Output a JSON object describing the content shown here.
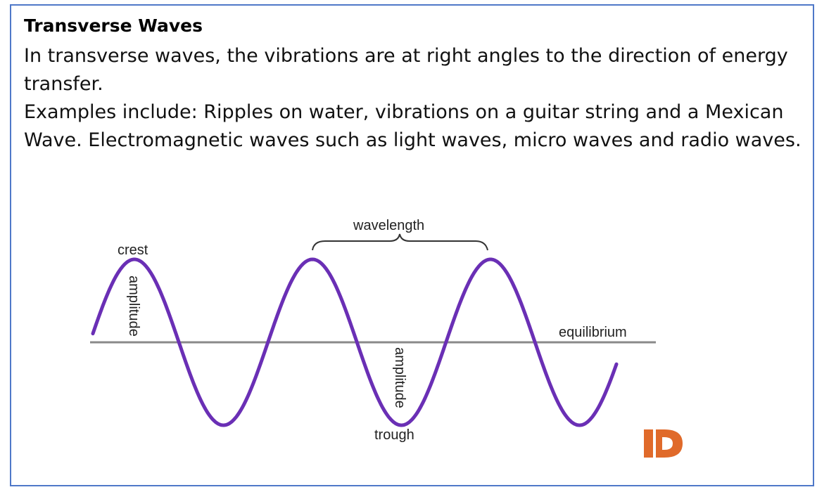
{
  "heading": "Transverse Waves",
  "paragraph1": "In transverse waves, the vibrations are at right angles to the direction of energy transfer.",
  "paragraph2": "Examples include: Ripples on water, vibrations on a guitar string and a Mexican Wave. Electromagnetic waves such as light waves, micro waves and radio waves.",
  "diagram": {
    "labels": {
      "crest": "crest",
      "trough": "trough",
      "wavelength": "wavelength",
      "equilibrium": "equilibrium",
      "amplitude_crest": "amplitude",
      "amplitude_trough": "amplitude"
    },
    "colors": {
      "wave": "#6a2fb5",
      "axis": "#8a8a8a",
      "logo": "#e06a2a"
    },
    "logo": "ID"
  }
}
